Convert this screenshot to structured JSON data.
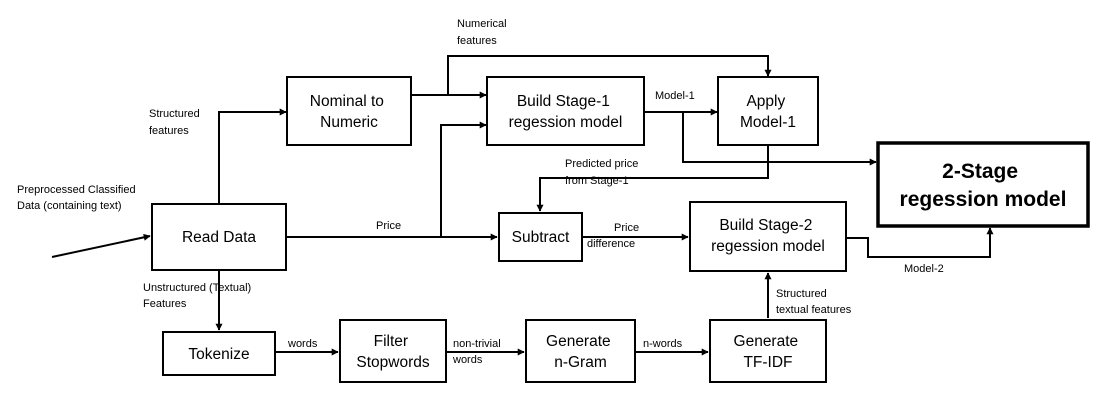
{
  "diagram": {
    "boxes": {
      "read_data": [
        "Read Data"
      ],
      "nominal_to_numeric": [
        "Nominal to",
        "Numeric"
      ],
      "build_stage1": [
        "Build Stage-1",
        "regession model"
      ],
      "apply_model1": [
        "Apply",
        "Model-1"
      ],
      "two_stage": [
        "2-Stage",
        "regession model"
      ],
      "subtract": [
        "Subtract"
      ],
      "build_stage2": [
        "Build Stage-2",
        "regession model"
      ],
      "tokenize": [
        "Tokenize"
      ],
      "filter_stopwords": [
        "Filter",
        "Stopwords"
      ],
      "generate_ngram": [
        "Generate",
        "n-Gram"
      ],
      "generate_tfidf": [
        "Generate",
        "TF-IDF"
      ]
    },
    "labels": {
      "input": [
        "Preprocessed Classified",
        "Data (containing text)"
      ],
      "structured_features": [
        "Structured",
        "features"
      ],
      "numerical_features": [
        "Numerical",
        "features"
      ],
      "model1": [
        "Model-1"
      ],
      "predicted_price": [
        "Predicted price",
        "from Stage-1"
      ],
      "price": [
        "Price"
      ],
      "price_difference": [
        "Price",
        "difference"
      ],
      "model2": [
        "Model-2"
      ],
      "unstructured_features": [
        "Unstructured (Textual)",
        "Features"
      ],
      "structured_textual": [
        "Structured",
        "textual features"
      ],
      "words": [
        "words"
      ],
      "non_trivial_words": [
        "non-trivial",
        "words"
      ],
      "n_words": [
        "n-words"
      ]
    }
  }
}
